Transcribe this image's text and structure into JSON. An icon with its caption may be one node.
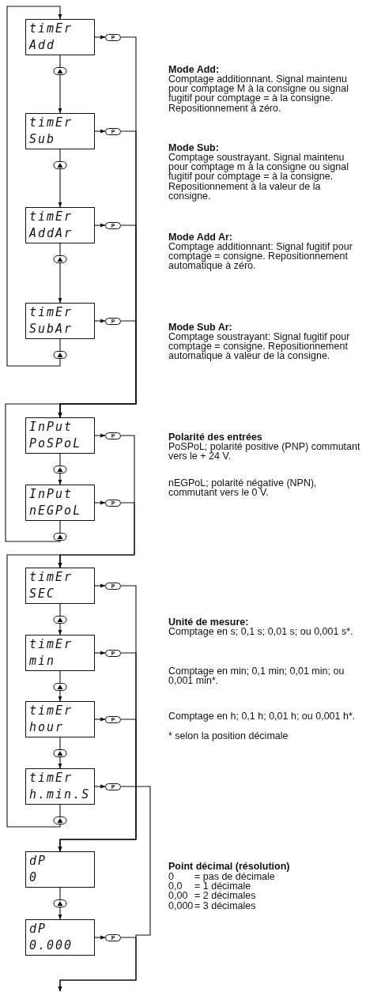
{
  "diagram": {
    "nodes": [
      {
        "text": [
          "timEr",
          "Add"
        ]
      },
      {
        "text": [
          "P"
        ]
      },
      {
        "text": [
          "timEr",
          "Sub"
        ]
      },
      {
        "text": [
          "P"
        ]
      },
      {
        "text": [
          "timEr",
          "AddAr"
        ]
      },
      {
        "text": [
          "P"
        ]
      },
      {
        "text": [
          "timEr",
          "SubAr"
        ]
      },
      {
        "text": [
          "P"
        ]
      },
      {
        "text": [
          "InPut",
          "PoSPoL"
        ]
      },
      {
        "text": [
          "P"
        ]
      },
      {
        "text": [
          "InPut",
          "nEGPoL"
        ]
      },
      {
        "text": [
          "P"
        ]
      },
      {
        "text": [
          "timEr",
          "SEC"
        ]
      },
      {
        "text": [
          "P"
        ]
      },
      {
        "text": [
          "timEr",
          "min"
        ]
      },
      {
        "text": [
          "P"
        ]
      },
      {
        "text": [
          "timEr",
          "hour"
        ]
      },
      {
        "text": [
          "P"
        ]
      },
      {
        "text": [
          "timEr",
          "h.min.S"
        ]
      },
      {
        "text": [
          "P"
        ]
      },
      {
        "text": [
          "dP",
          "0"
        ]
      },
      {
        "text": [
          "dP",
          "0.000"
        ]
      },
      {
        "text": [
          "P"
        ]
      }
    ],
    "edges": [
      {
        "from": 0,
        "to": 2,
        "arrow": "to"
      },
      {
        "from": 2,
        "to": 4,
        "arrow": "to"
      },
      {
        "from": 4,
        "to": 6,
        "arrow": "to"
      },
      {
        "from": 6,
        "to": 0,
        "arrow": "to"
      },
      {
        "from": 0,
        "to": 1,
        "arrow": "to"
      },
      {
        "from": 1,
        "to": 8,
        "arrow": "to"
      },
      {
        "from": 2,
        "to": 3,
        "arrow": "to"
      },
      {
        "from": 3,
        "to": 8,
        "arrow": "to"
      },
      {
        "from": 4,
        "to": 5,
        "arrow": "to"
      },
      {
        "from": 5,
        "to": 8,
        "arrow": "to"
      },
      {
        "from": 6,
        "to": 7,
        "arrow": "to"
      },
      {
        "from": 7,
        "to": 8,
        "arrow": "to"
      },
      {
        "from": 8,
        "to": 10,
        "arrow": "to"
      },
      {
        "from": 10,
        "to": 8,
        "arrow": "to"
      },
      {
        "from": 8,
        "to": 9,
        "arrow": "to"
      },
      {
        "from": 9,
        "to": 12,
        "arrow": "to"
      },
      {
        "from": 10,
        "to": 11,
        "arrow": "to"
      },
      {
        "from": 11,
        "to": 12,
        "arrow": "to"
      },
      {
        "from": 12,
        "to": 14,
        "arrow": "to"
      },
      {
        "from": 14,
        "to": 16,
        "arrow": "to"
      },
      {
        "from": 16,
        "to": 18,
        "arrow": "to"
      },
      {
        "from": 18,
        "to": 12,
        "arrow": "to"
      },
      {
        "from": 12,
        "to": 13,
        "arrow": "to"
      },
      {
        "from": 13,
        "to": 20,
        "arrow": "to"
      },
      {
        "from": 14,
        "to": 15,
        "arrow": "to"
      },
      {
        "from": 15,
        "to": 20,
        "arrow": "to"
      },
      {
        "from": 16,
        "to": 17,
        "arrow": "to"
      },
      {
        "from": 17,
        "to": 20,
        "arrow": "to"
      },
      {
        "from": 18,
        "to": 19,
        "arrow": "to"
      },
      {
        "from": 19,
        "to": null,
        "arrow": "to"
      },
      {
        "from": 20,
        "to": 21,
        "arrow": "to"
      },
      {
        "from": 21,
        "to": 22,
        "arrow": "to"
      },
      {
        "from": 22,
        "to": null,
        "arrow": "to"
      }
    ],
    "labels": [
      "Mode Add:",
      "Comptage additionnant. Signal maintenu pour comptage M à la consigne ou signal fugitif pour comptage = à la consigne. Repositionnement à zéro.",
      "Mode Sub:",
      "Comptage soustrayant. Signal maintenu pour comptage m à la consigne ou signal fugitif pour comptage = à la consigne. Repositionnement à la valeur de la consigne.",
      "Mode Add Ar:",
      "Comptage additionnant: Signal fugitif pour comptage = consigne. Repositionnement automatique à zéro.",
      "Mode Sub Ar:",
      "Comptage soustrayant: Signal fugitif pour comptage = consigne. Repositionnement automatique à valeur de la consigne.",
      "Polarité des entrées",
      "PoSPoL; polarité positive (PNP) commutant vers le + 24 V.",
      "nEGPoL; polarité négative (NPN), commutant vers le 0 V.",
      "Unité de mesure:",
      "Comptage en s; 0,1 s; 0,01 s; ou 0,001 s*.",
      "Comptage en min; 0,1 min; 0,01 min; ou 0,001 min*.",
      "Comptage en h; 0,1 h; 0,01 h; ou 0,001 h*.",
      "* selon la position décimale",
      "Point décimal (résolution)",
      "0",
      "= pas de décimale",
      "0,0",
      "= 1 décimale",
      "0,00",
      "= 2 décimales",
      "0,000",
      "= 3 décimales"
    ]
  }
}
